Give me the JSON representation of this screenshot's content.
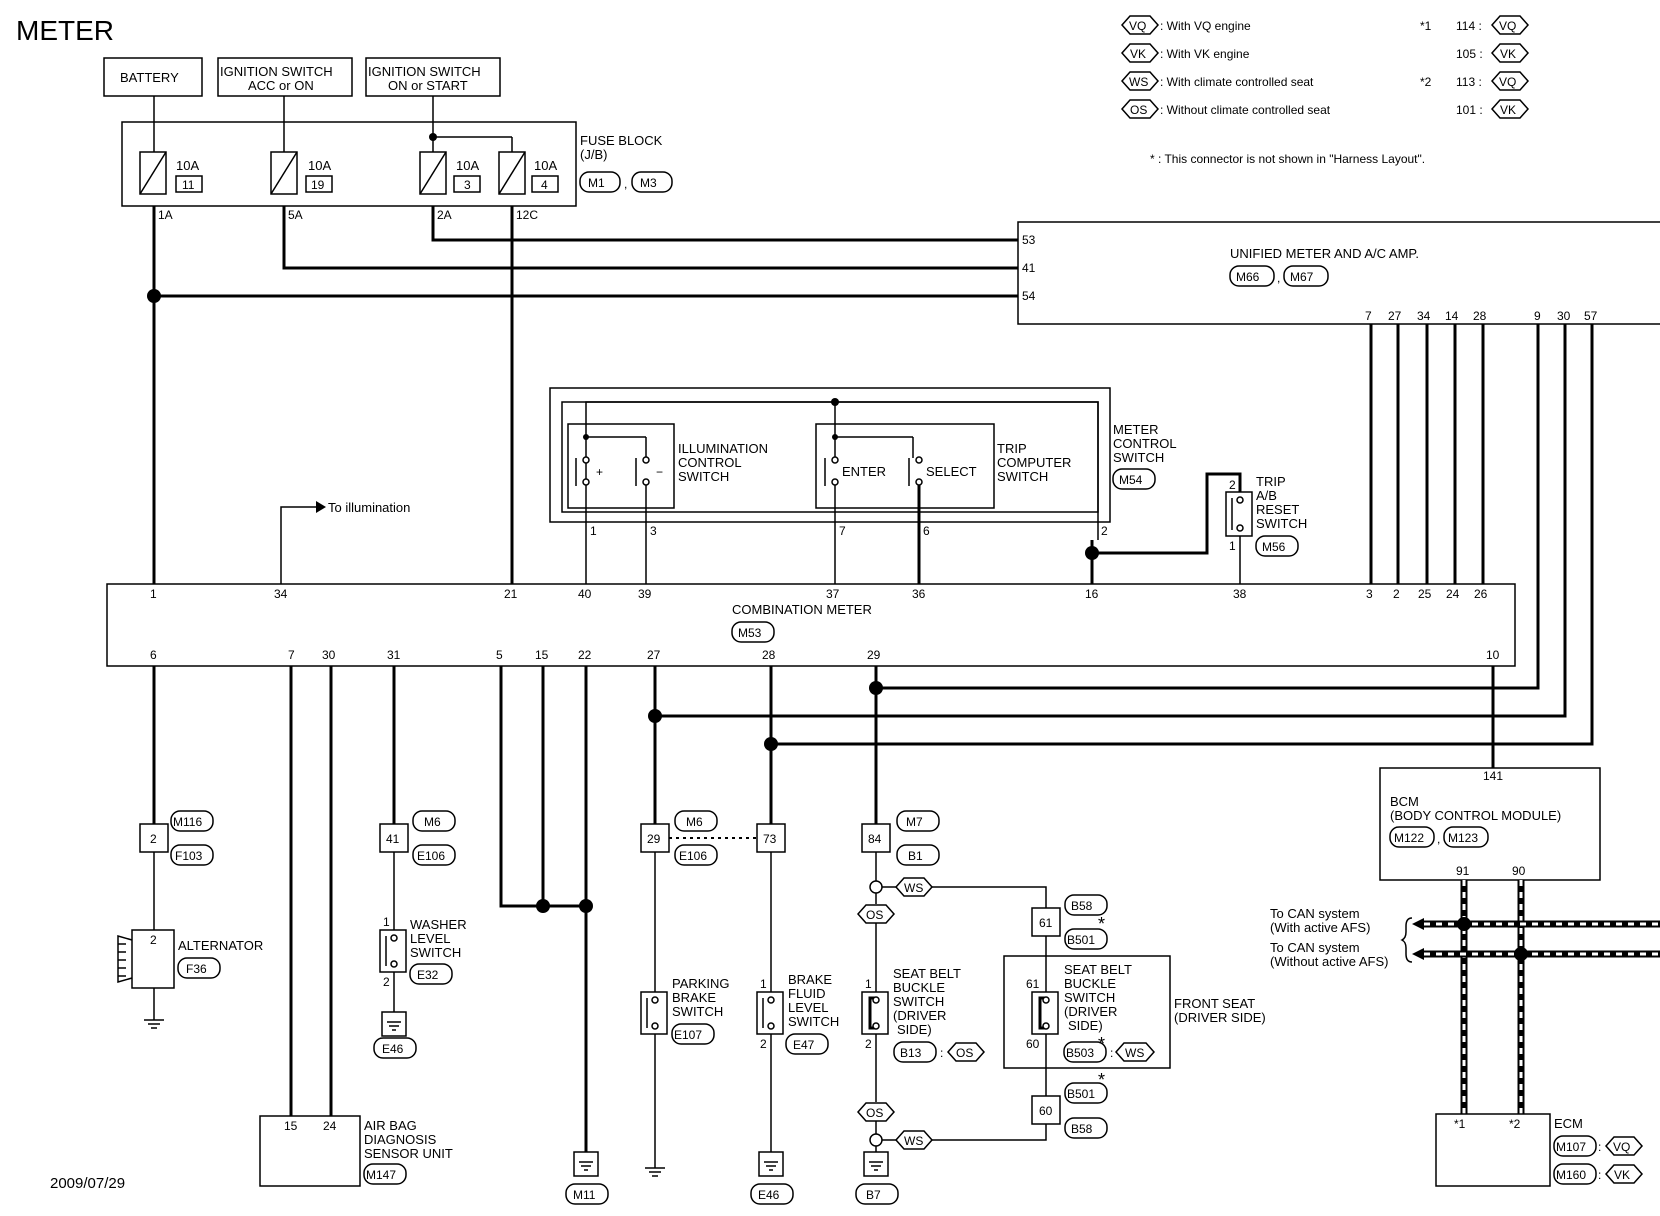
{
  "title": "METER",
  "date": "2009/07/29",
  "legend": {
    "vq": {
      "tag": "VQ",
      "text": ": With VQ engine"
    },
    "vk": {
      "tag": "VK",
      "text": ": With VK engine"
    },
    "ws": {
      "tag": "WS",
      "text": ": With climate controlled seat"
    },
    "os": {
      "tag": "OS",
      "text": ": Without climate controlled seat"
    },
    "n1": {
      "mark": "*1",
      "num": "114 :",
      "tag": "VQ"
    },
    "n1b": {
      "num": "105 :",
      "tag": "VK"
    },
    "n2": {
      "mark": "*2",
      "num": "113 :",
      "tag": "VQ"
    },
    "n2b": {
      "num": "101 :",
      "tag": "VK"
    },
    "note": "* : This connector is not shown in \"Harness Layout\"."
  },
  "sources": {
    "battery": "BATTERY",
    "ign_acc_1": "IGNITION SWITCH",
    "ign_acc_2": "ACC or ON",
    "ign_on_1": "IGNITION SWITCH",
    "ign_on_2": "ON or START"
  },
  "fuse_block": {
    "label_1": "FUSE BLOCK",
    "label_2": "(J/B)",
    "conn_1": "M1",
    "sep": ",",
    "conn_2": "M3",
    "fuses": [
      {
        "amp": "10A",
        "num": "11",
        "pin": "1A"
      },
      {
        "amp": "10A",
        "num": "19",
        "pin": "5A"
      },
      {
        "amp": "10A",
        "num": "3",
        "pin": "2A"
      },
      {
        "amp": "10A",
        "num": "4",
        "pin": "12C"
      }
    ]
  },
  "amp": {
    "name": "UNIFIED METER AND A/C AMP.",
    "conn_1": "M66",
    "conn_2": "M67",
    "sep": ",",
    "left_pins": [
      "53",
      "41",
      "54"
    ],
    "bottom_pins": [
      "7",
      "27",
      "34",
      "14",
      "28",
      "9",
      "30",
      "57"
    ]
  },
  "meter_switch": {
    "label_1": "METER",
    "label_2": "CONTROL",
    "label_3": "SWITCH",
    "conn": "M54",
    "illum_1": "ILLUMINATION",
    "illum_2": "CONTROL",
    "illum_3": "SWITCH",
    "plus": "+",
    "minus": "−",
    "enter": "ENTER",
    "select": "SELECT",
    "trip_1": "TRIP",
    "trip_2": "COMPUTER",
    "trip_3": "SWITCH",
    "pins": [
      "1",
      "3",
      "7",
      "6",
      "2"
    ]
  },
  "reset_switch": {
    "label_1": "TRIP",
    "label_2": "A/B",
    "label_3": "RESET",
    "label_4": "SWITCH",
    "conn": "M56",
    "pin_top": "2",
    "pin_bottom": "1"
  },
  "to_illumination": "To illumination",
  "combination_meter": {
    "name": "COMBINATION METER",
    "conn": "M53",
    "top_pins": [
      "1",
      "34",
      "21",
      "40",
      "39",
      "37",
      "36",
      "16",
      "38",
      "3",
      "2",
      "25",
      "24",
      "26"
    ],
    "bottom_pins": [
      "6",
      "7",
      "30",
      "31",
      "5",
      "15",
      "22",
      "27",
      "28",
      "29",
      "10"
    ]
  },
  "alternator": {
    "name": "ALTERNATOR",
    "conn": "F36",
    "pin": "2",
    "jc_pin": "2",
    "jc_top": "M116",
    "jc_bottom": "F103"
  },
  "airbag": {
    "label_1": "AIR BAG",
    "label_2": "DIAGNOSIS",
    "label_3": "SENSOR UNIT",
    "conn": "M147",
    "pin_1": "15",
    "pin_2": "24"
  },
  "washer": {
    "label_1": "WASHER",
    "label_2": "LEVEL",
    "label_3": "SWITCH",
    "conn": "E32",
    "pin_1": "1",
    "pin_2": "2",
    "jc_pin": "41",
    "jc_top": "M6",
    "jc_bottom": "E106",
    "ground": "E46"
  },
  "ground_m11": "M11",
  "parking": {
    "label_1": "PARKING",
    "label_2": "BRAKE",
    "label_3": "SWITCH",
    "conn": "E107",
    "jc_pin": "29",
    "jc_top": "M6",
    "jc_bottom": "E106"
  },
  "brake_fluid": {
    "label_1": "BRAKE",
    "label_2": "FLUID",
    "label_3": "LEVEL",
    "label_4": "SWITCH",
    "conn": "E47",
    "jc_pin": "73",
    "pin_1": "1",
    "pin_2": "2",
    "ground": "E46"
  },
  "seat_belt": {
    "jc_pin": "84",
    "jc_top": "M7",
    "jc_bottom": "B1",
    "ws": "WS",
    "os": "OS",
    "label_1": "SEAT BELT",
    "label_2": "BUCKLE",
    "label_3": "SWITCH",
    "label_4": "(DRIVER",
    "label_5": "SIDE)",
    "conn": "B13",
    "colon": ":",
    "pin_1": "1",
    "pin_2": "2",
    "ground": "B7"
  },
  "front_seat": {
    "label_1": "FRONT SEAT",
    "label_2": "(DRIVER SIDE)",
    "sw_1": "SEAT BELT",
    "sw_2": "BUCKLE",
    "sw_3": "SWITCH",
    "sw_4": "(DRIVER",
    "sw_5": "SIDE)",
    "conn": "B503",
    "colon": ":",
    "tag": "WS",
    "pin_top": "61",
    "pin_bottom": "60",
    "jc_top_pin": "61",
    "jc_top_a": "B58",
    "jc_top_b": "B501",
    "star": "*",
    "jc_bot_pin": "60",
    "jc_bot_a": "B501",
    "jc_bot_b": "B58"
  },
  "bcm": {
    "name_1": "BCM",
    "name_2": "(BODY CONTROL MODULE)",
    "conn_1": "M122",
    "conn_2": "M123",
    "sep": ",",
    "pin_top": "141",
    "pin_91": "91",
    "pin_90": "90"
  },
  "can": {
    "line_1a": "To CAN system",
    "line_1b": "(With active AFS)",
    "line_2a": "To CAN system",
    "line_2b": "(Without active AFS)"
  },
  "ecm": {
    "name": "ECM",
    "pin_1": "*1",
    "pin_2": "*2",
    "conn_1": "M107",
    "conn_2": "M160",
    "colon": ":",
    "tag_1": "VQ",
    "tag_2": "VK"
  }
}
